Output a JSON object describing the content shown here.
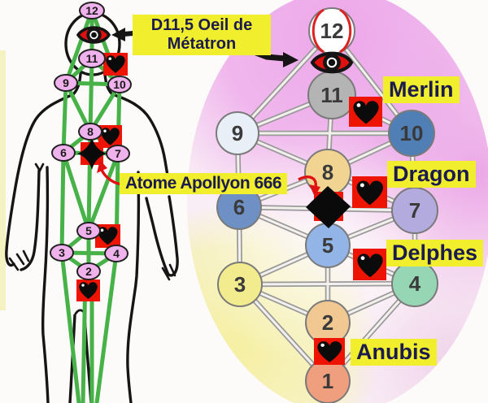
{
  "labels": {
    "metatron": {
      "line1": "D11,5 Oeil de",
      "line2": "Métatron"
    },
    "apollyon": "Atome Apollyon 666",
    "merlin": "Merlin",
    "dragon": "Dragon",
    "delphes": "Delphes",
    "anubis": "Anubis"
  },
  "left_figure": {
    "nodes": [
      {
        "label": "12"
      },
      {
        "label": "11"
      },
      {
        "label": "9"
      },
      {
        "label": "10"
      },
      {
        "label": "8"
      },
      {
        "label": "6"
      },
      {
        "label": "7"
      },
      {
        "label": "5"
      },
      {
        "label": "3"
      },
      {
        "label": "4"
      },
      {
        "label": "2"
      }
    ]
  },
  "right_tree": {
    "nodes": [
      {
        "label": "12"
      },
      {
        "label": "11"
      },
      {
        "label": "9"
      },
      {
        "label": "10"
      },
      {
        "label": "8"
      },
      {
        "label": "6"
      },
      {
        "label": "7"
      },
      {
        "label": "5"
      },
      {
        "label": "3"
      },
      {
        "label": "4"
      },
      {
        "label": "2"
      },
      {
        "label": "1"
      }
    ]
  },
  "icons": {
    "eye_icon": "👁",
    "heart_icon": "♥",
    "diamond_icon": "◆"
  },
  "colors": {
    "label_bg": "#f1ee2d",
    "label_text": "#1b1b4e",
    "network_green": "#46b248",
    "node_pink": "#f0b2ec",
    "marker_red": "#ee1404",
    "heart_black": "#0b0b0b",
    "oval_pink": "#eda7ea",
    "oval_yellow": "#f5f0a2"
  }
}
